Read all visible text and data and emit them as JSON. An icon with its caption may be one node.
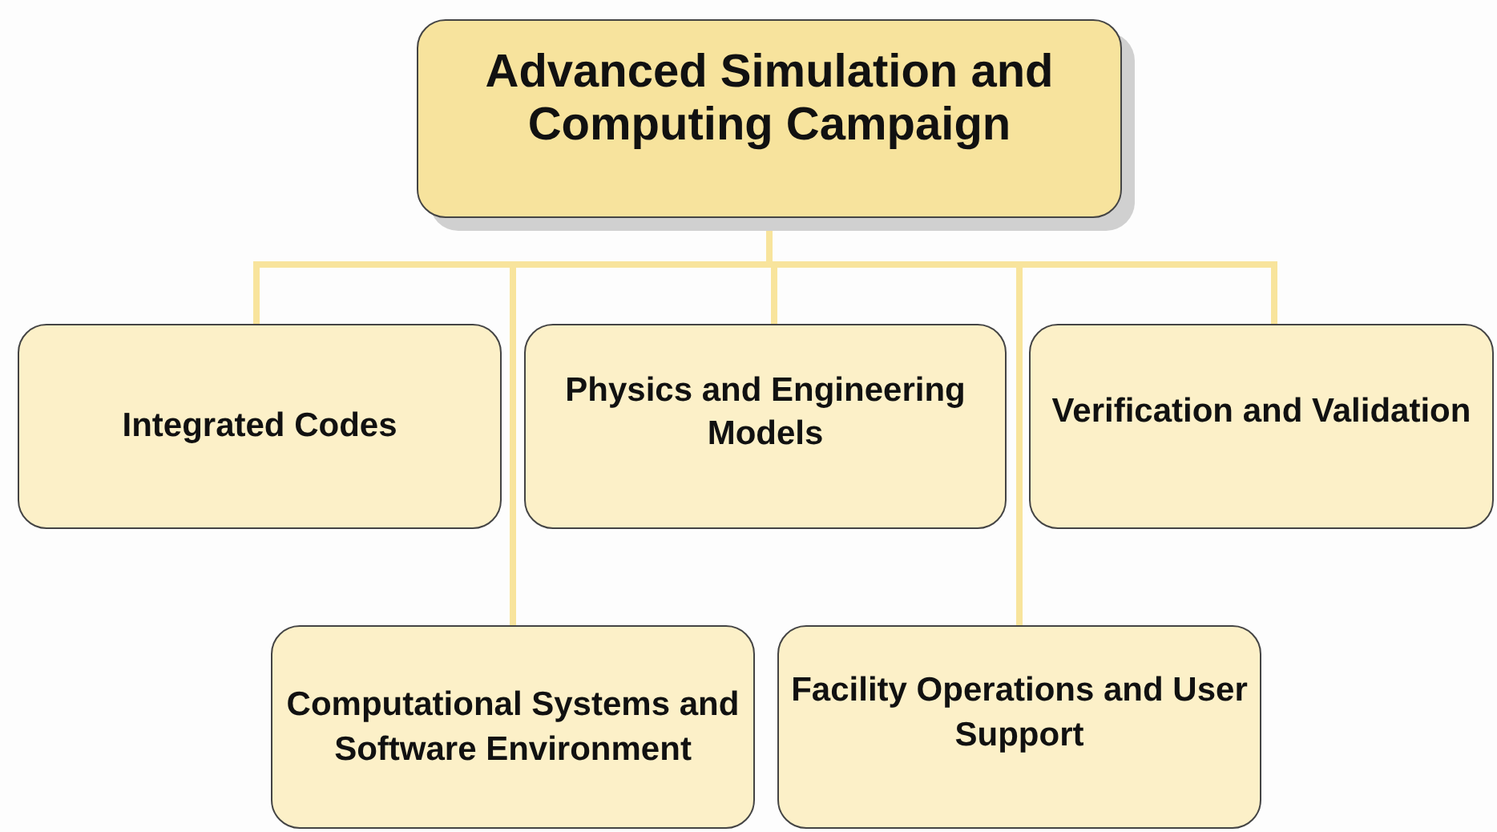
{
  "diagram": {
    "nodes": [
      {
        "text": [
          "Advanced Simulation and Computing Campaign"
        ]
      },
      {
        "text": [
          "Integrated Codes"
        ]
      },
      {
        "text": [
          "Physics and Engineering Models"
        ]
      },
      {
        "text": [
          "Verification and Validation"
        ]
      },
      {
        "text": [
          "Computational Systems and Software Environment"
        ]
      },
      {
        "text": [
          "Facility Operations and User Support"
        ]
      }
    ],
    "edges": [
      {
        "from": 0,
        "to": 1,
        "arrow": "none"
      },
      {
        "from": 0,
        "to": 2,
        "arrow": "none"
      },
      {
        "from": 0,
        "to": 3,
        "arrow": "none"
      },
      {
        "from": 0,
        "to": 4,
        "arrow": "none"
      },
      {
        "from": 0,
        "to": 5,
        "arrow": "none"
      }
    ]
  }
}
